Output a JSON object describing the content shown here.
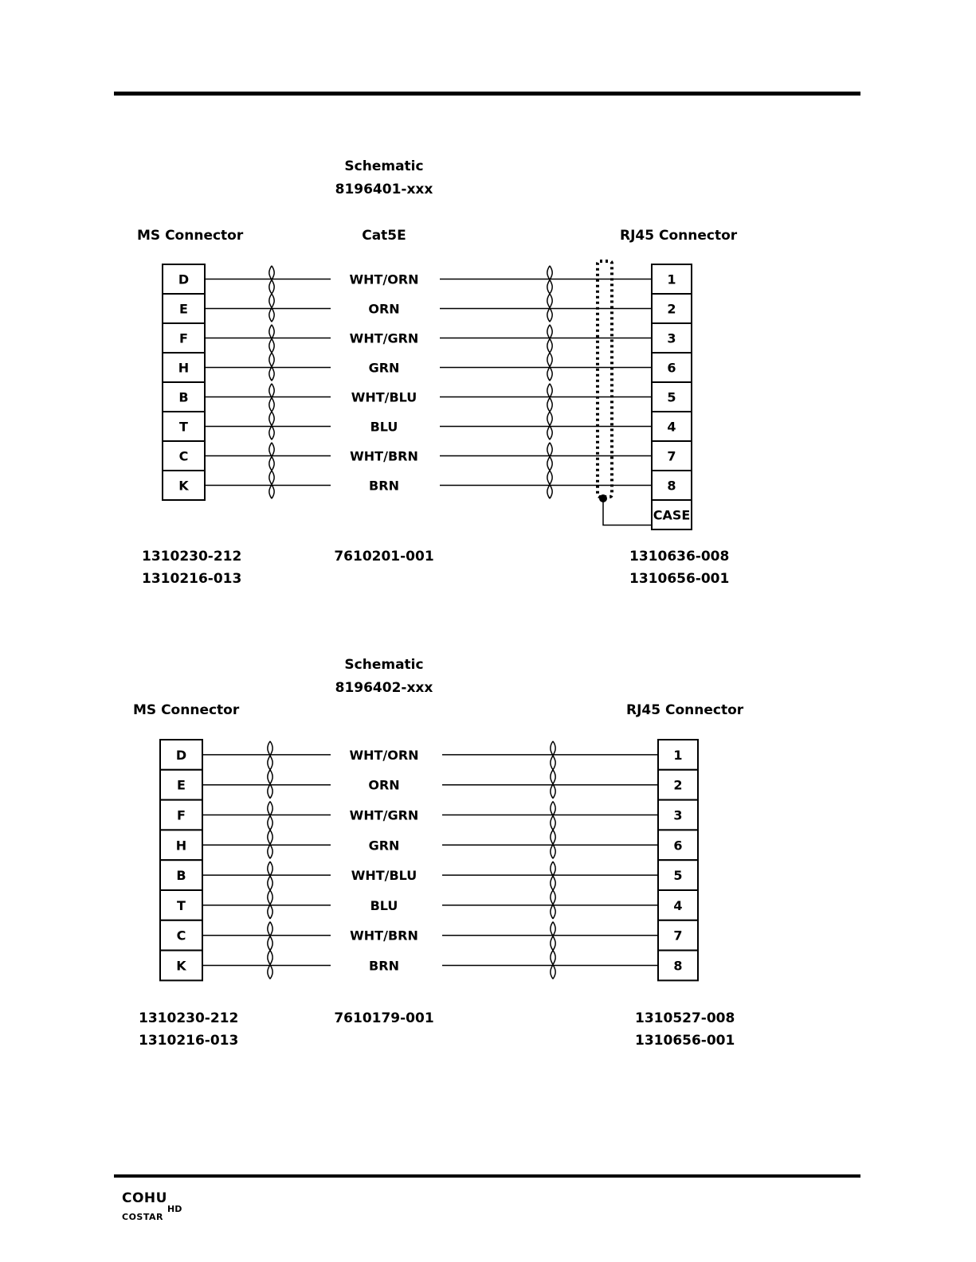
{
  "diagrams": [
    {
      "title": "Schematic",
      "part_number": "8196401-xxx",
      "left_header": "MS Connector",
      "cable_header": "Cat5E",
      "right_header": "RJ45 Connector",
      "rows": [
        {
          "left": "D",
          "wire": "WHT/ORN",
          "right": "1"
        },
        {
          "left": "E",
          "wire": "ORN",
          "right": "2"
        },
        {
          "left": "F",
          "wire": "WHT/GRN",
          "right": "3"
        },
        {
          "left": "H",
          "wire": "GRN",
          "right": "6"
        },
        {
          "left": "B",
          "wire": "WHT/BLU",
          "right": "5"
        },
        {
          "left": "T",
          "wire": "BLU",
          "right": "4"
        },
        {
          "left": "C",
          "wire": "WHT/BRN",
          "right": "7"
        },
        {
          "left": "K",
          "wire": "BRN",
          "right": "8"
        }
      ],
      "extra_right_pin": "CASE",
      "shielded": true,
      "left_parts": [
        "1310230-212",
        "1310216-013"
      ],
      "cable_part": "7610201-001",
      "right_parts": [
        "1310636-008",
        "1310656-001"
      ]
    },
    {
      "title": "Schematic",
      "part_number": "8196402-xxx",
      "left_header": "MS Connector",
      "cable_header": "",
      "right_header": "RJ45 Connector",
      "rows": [
        {
          "left": "D",
          "wire": "WHT/ORN",
          "right": "1"
        },
        {
          "left": "E",
          "wire": "ORN",
          "right": "2"
        },
        {
          "left": "F",
          "wire": "WHT/GRN",
          "right": "3"
        },
        {
          "left": "H",
          "wire": "GRN",
          "right": "6"
        },
        {
          "left": "B",
          "wire": "WHT/BLU",
          "right": "5"
        },
        {
          "left": "T",
          "wire": "BLU",
          "right": "4"
        },
        {
          "left": "C",
          "wire": "WHT/BRN",
          "right": "7"
        },
        {
          "left": "K",
          "wire": "BRN",
          "right": "8"
        }
      ],
      "extra_right_pin": "",
      "shielded": false,
      "left_parts": [
        "1310230-212",
        "1310216-013"
      ],
      "cable_part": "7610179-001",
      "right_parts": [
        "1310527-008",
        "1310656-001"
      ]
    }
  ],
  "footer": {
    "logo_brand": "COHU",
    "logo_sub": "HD",
    "logo_brand2": "COSTAR",
    "logo_color": "#1f55a5"
  }
}
